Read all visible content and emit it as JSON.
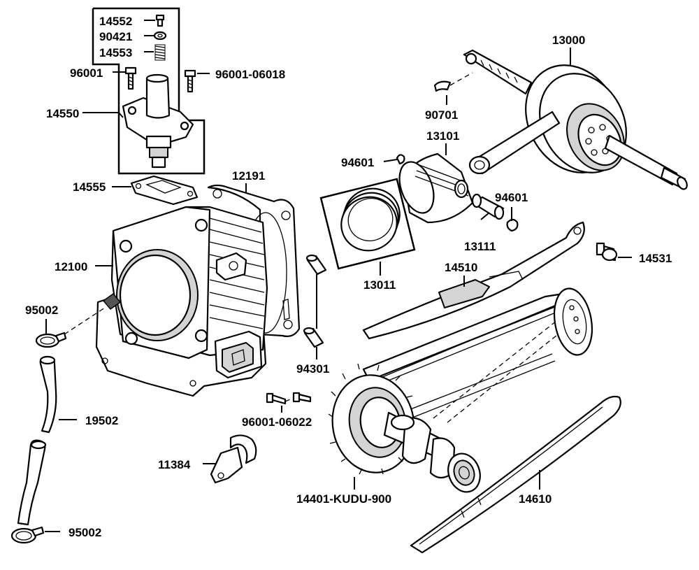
{
  "title": "",
  "callouts": [
    {
      "id": "c-14552",
      "text": "14552"
    },
    {
      "id": "c-90421",
      "text": "90421"
    },
    {
      "id": "c-14553",
      "text": "14553"
    },
    {
      "id": "c-96001-a",
      "text": "96001"
    },
    {
      "id": "c-96001-06018",
      "text": "96001-06018"
    },
    {
      "id": "c-14550",
      "text": "14550"
    },
    {
      "id": "c-14555",
      "text": "14555"
    },
    {
      "id": "c-12191",
      "text": "12191"
    },
    {
      "id": "c-12100",
      "text": "12100"
    },
    {
      "id": "c-95002-a",
      "text": "95002"
    },
    {
      "id": "c-19502",
      "text": "19502"
    },
    {
      "id": "c-11384",
      "text": "11384"
    },
    {
      "id": "c-95002-b",
      "text": "95002"
    },
    {
      "id": "c-94301",
      "text": "94301"
    },
    {
      "id": "c-96001-06022",
      "text": "96001-06022"
    },
    {
      "id": "c-13011",
      "text": "13011"
    },
    {
      "id": "c-94601-a",
      "text": "94601"
    },
    {
      "id": "c-13101",
      "text": "13101"
    },
    {
      "id": "c-90701",
      "text": "90701"
    },
    {
      "id": "c-13000",
      "text": "13000"
    },
    {
      "id": "c-94601-b",
      "text": "94601"
    },
    {
      "id": "c-13111",
      "text": "13111"
    },
    {
      "id": "c-14531",
      "text": "14531"
    },
    {
      "id": "c-14510",
      "text": "14510"
    },
    {
      "id": "c-14401-KUDU-900",
      "text": "14401-KUDU-900"
    },
    {
      "id": "c-14610",
      "text": "14610"
    }
  ]
}
